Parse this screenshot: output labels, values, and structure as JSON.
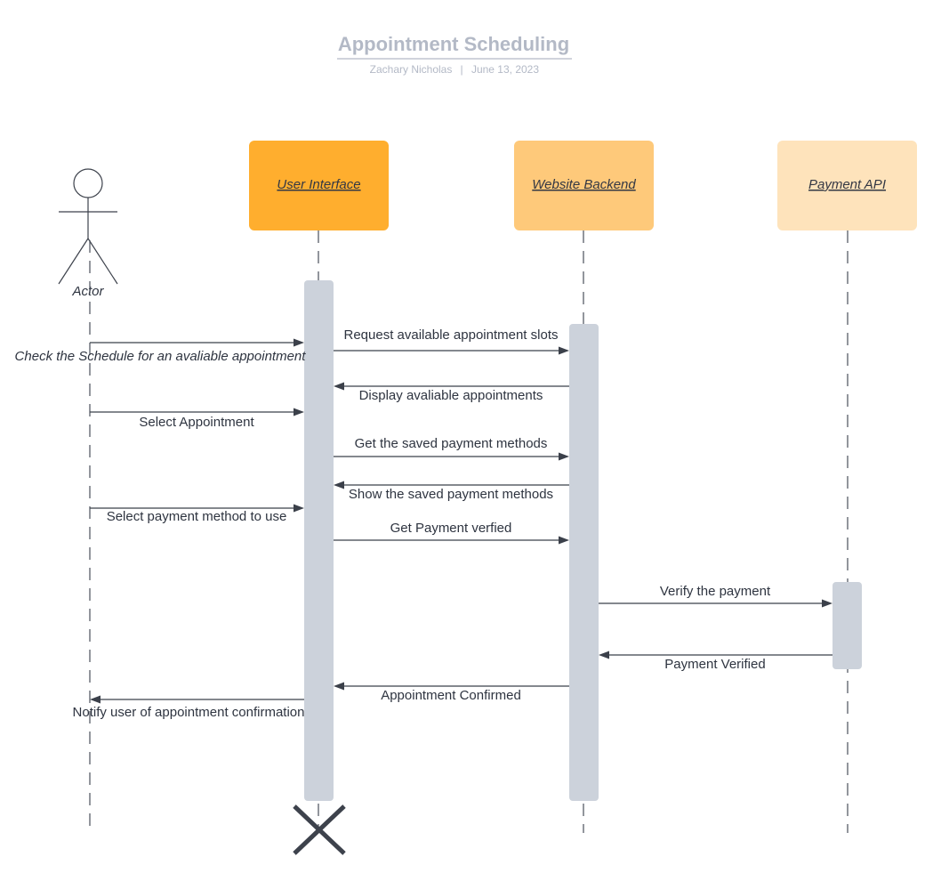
{
  "header": {
    "title": "Appointment Scheduling",
    "author": "Zachary Nicholas",
    "separator": "|",
    "date": "June 13, 2023"
  },
  "actor": {
    "label": "Actor"
  },
  "lifelines": [
    {
      "id": "ui",
      "label": "User Interface",
      "color": "#ffae2e"
    },
    {
      "id": "backend",
      "label": "Website Backend",
      "color": "#fec97a"
    },
    {
      "id": "payment",
      "label": "Payment API",
      "color": "#fee3bb"
    }
  ],
  "messages": [
    {
      "text": "Check the Schedule for an avaliable appointment",
      "from": "actor",
      "to": "ui",
      "style": "italic"
    },
    {
      "text": "Request available appointment slots",
      "from": "ui",
      "to": "backend"
    },
    {
      "text": "Display avaliable appointments",
      "from": "backend",
      "to": "ui"
    },
    {
      "text": "Select Appointment",
      "from": "actor",
      "to": "ui"
    },
    {
      "text": "Get the saved payment methods",
      "from": "ui",
      "to": "backend"
    },
    {
      "text": "Show the saved payment methods",
      "from": "backend",
      "to": "ui"
    },
    {
      "text": "Select payment method to use",
      "from": "actor",
      "to": "ui"
    },
    {
      "text": "Get Payment verfied",
      "from": "ui",
      "to": "backend"
    },
    {
      "text": "Verify the payment",
      "from": "backend",
      "to": "payment"
    },
    {
      "text": "Payment Verified",
      "from": "payment",
      "to": "backend"
    },
    {
      "text": "Appointment Confirmed",
      "from": "backend",
      "to": "ui"
    },
    {
      "text": "Notify user of appointment confirmation",
      "from": "ui",
      "to": "actor"
    }
  ],
  "destroy": {
    "lifeline": "ui",
    "icon": "destroy-x-icon"
  },
  "colors": {
    "activation": "#ccd2db",
    "title": "#b3b9c6",
    "text": "#2e3440"
  }
}
